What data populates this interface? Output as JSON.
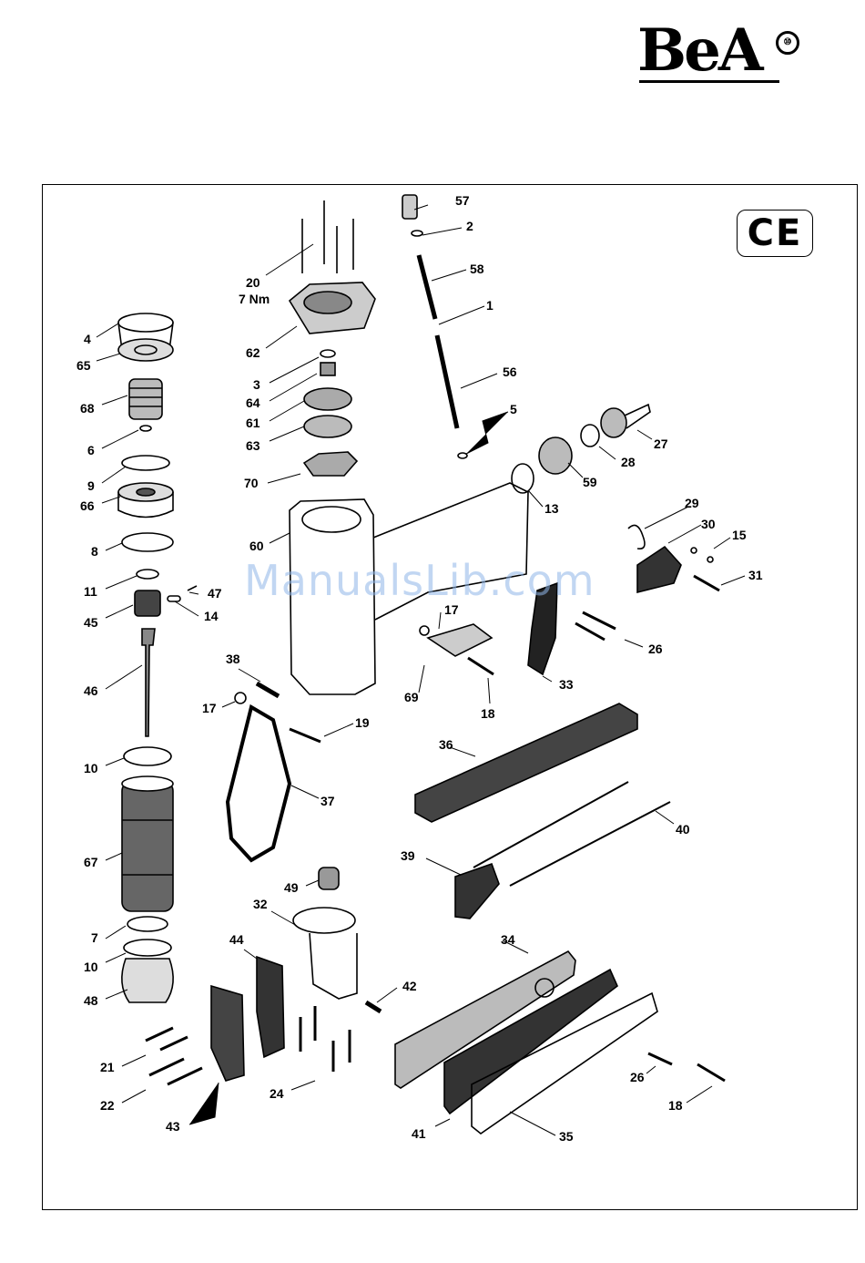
{
  "logo": {
    "text": "BeA",
    "mark": "⑩"
  },
  "ce_mark": "CE",
  "watermark": "ManualsLib.com",
  "labels": [
    {
      "id": "57",
      "text": "57"
    },
    {
      "id": "2",
      "text": "2"
    },
    {
      "id": "58",
      "text": "58"
    },
    {
      "id": "1",
      "text": "1"
    },
    {
      "id": "56",
      "text": "56"
    },
    {
      "id": "5",
      "text": "5"
    },
    {
      "id": "20",
      "text": "20"
    },
    {
      "id": "7nm",
      "text": "7 Nm"
    },
    {
      "id": "62",
      "text": "62"
    },
    {
      "id": "3",
      "text": "3"
    },
    {
      "id": "64",
      "text": "64"
    },
    {
      "id": "61",
      "text": "61"
    },
    {
      "id": "63",
      "text": "63"
    },
    {
      "id": "70",
      "text": "70"
    },
    {
      "id": "60",
      "text": "60"
    },
    {
      "id": "4",
      "text": "4"
    },
    {
      "id": "65",
      "text": "65"
    },
    {
      "id": "68",
      "text": "68"
    },
    {
      "id": "6",
      "text": "6"
    },
    {
      "id": "9",
      "text": "9"
    },
    {
      "id": "66",
      "text": "66"
    },
    {
      "id": "8",
      "text": "8"
    },
    {
      "id": "11",
      "text": "11"
    },
    {
      "id": "47",
      "text": "47"
    },
    {
      "id": "45",
      "text": "45"
    },
    {
      "id": "14",
      "text": "14"
    },
    {
      "id": "46",
      "text": "46"
    },
    {
      "id": "10a",
      "text": "10"
    },
    {
      "id": "67",
      "text": "67"
    },
    {
      "id": "7",
      "text": "7"
    },
    {
      "id": "10b",
      "text": "10"
    },
    {
      "id": "48",
      "text": "48"
    },
    {
      "id": "21",
      "text": "21"
    },
    {
      "id": "22",
      "text": "22"
    },
    {
      "id": "43",
      "text": "43"
    },
    {
      "id": "44",
      "text": "44"
    },
    {
      "id": "24",
      "text": "24"
    },
    {
      "id": "32",
      "text": "32"
    },
    {
      "id": "49",
      "text": "49"
    },
    {
      "id": "42",
      "text": "42"
    },
    {
      "id": "38",
      "text": "38"
    },
    {
      "id": "17a",
      "text": "17"
    },
    {
      "id": "19",
      "text": "19"
    },
    {
      "id": "37",
      "text": "37"
    },
    {
      "id": "17b",
      "text": "17"
    },
    {
      "id": "69",
      "text": "69"
    },
    {
      "id": "18a",
      "text": "18"
    },
    {
      "id": "13",
      "text": "13"
    },
    {
      "id": "59",
      "text": "59"
    },
    {
      "id": "28",
      "text": "28"
    },
    {
      "id": "27",
      "text": "27"
    },
    {
      "id": "29",
      "text": "29"
    },
    {
      "id": "30",
      "text": "30"
    },
    {
      "id": "15",
      "text": "15"
    },
    {
      "id": "31",
      "text": "31"
    },
    {
      "id": "26a",
      "text": "26"
    },
    {
      "id": "33",
      "text": "33"
    },
    {
      "id": "36",
      "text": "36"
    },
    {
      "id": "40",
      "text": "40"
    },
    {
      "id": "39",
      "text": "39"
    },
    {
      "id": "34",
      "text": "34"
    },
    {
      "id": "26b",
      "text": "26"
    },
    {
      "id": "18b",
      "text": "18"
    },
    {
      "id": "41",
      "text": "41"
    },
    {
      "id": "35",
      "text": "35"
    }
  ]
}
